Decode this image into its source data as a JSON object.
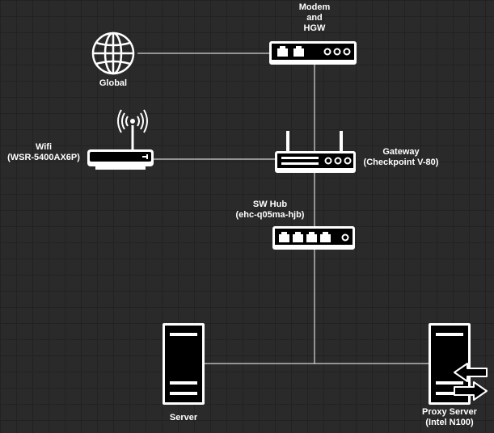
{
  "diagram": {
    "nodes": {
      "modem": {
        "lines": [
          "Modem",
          "and",
          "HGW"
        ]
      },
      "global": {
        "lines": [
          "Global"
        ]
      },
      "wifi": {
        "lines": [
          "Wifi",
          "(WSR-5400AX6P)"
        ]
      },
      "gateway": {
        "lines": [
          "Gateway",
          "(Checkpoint V-80)"
        ]
      },
      "swhub": {
        "lines": [
          "SW Hub",
          "(ehc-q05ma-hjb)"
        ]
      },
      "server": {
        "lines": [
          "Server"
        ]
      },
      "proxy": {
        "lines": [
          "Proxy Server",
          "(Intel N100)"
        ]
      }
    },
    "edges": [
      {
        "from": "global",
        "to": "modem"
      },
      {
        "from": "modem",
        "to": "gateway"
      },
      {
        "from": "wifi",
        "to": "gateway"
      },
      {
        "from": "gateway",
        "to": "swhub"
      },
      {
        "from": "swhub",
        "to": "server"
      },
      {
        "from": "swhub",
        "to": "proxy"
      }
    ]
  }
}
